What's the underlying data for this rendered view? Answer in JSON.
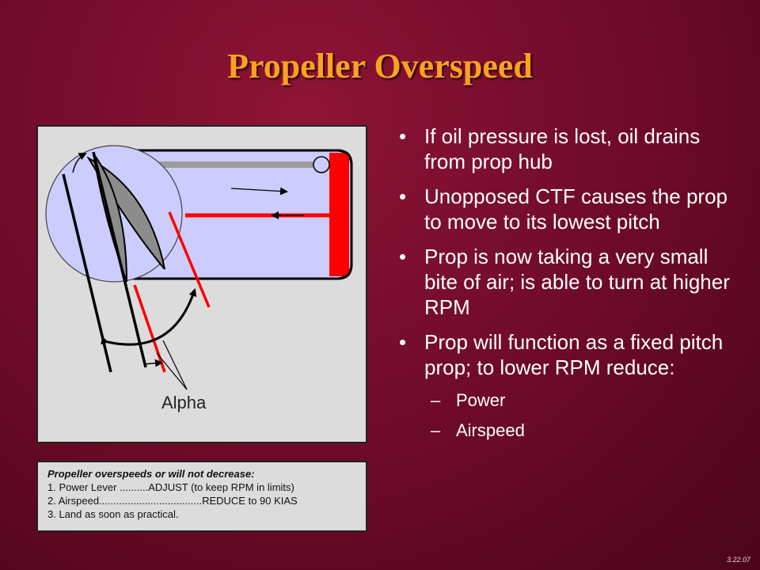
{
  "slide": {
    "title": "Propeller Overspeed",
    "date": "3.22.07"
  },
  "diagram": {
    "alpha_label": "Alpha"
  },
  "checklist": {
    "header": "Propeller overspeeds or will not decrease:",
    "items": [
      "1. Power Lever ..........ADJUST (to keep RPM in limits)",
      "2. Airspeed....................................REDUCE to 90 KIAS",
      "3. Land as soon as practical."
    ]
  },
  "bullets": [
    {
      "marker": "•",
      "text": "If oil pressure is lost, oil drains from prop hub"
    },
    {
      "marker": "•",
      "text": "Unopposed CTF causes the prop to move to its lowest pitch"
    },
    {
      "marker": "•",
      "text": "Prop is now taking a very small bite of air; is able to turn at higher RPM"
    },
    {
      "marker": "•",
      "text": "Prop will function as a fixed pitch prop; to lower RPM reduce:"
    }
  ],
  "sub_bullets": [
    {
      "marker": "–",
      "text": "Power"
    },
    {
      "marker": "–",
      "text": "Airspeed"
    }
  ],
  "colors": {
    "title": "#f8a21f",
    "background": "#6c0a28",
    "hub_fill": "#ccccff",
    "link_red": "#ff0000",
    "blade_gray": "#8c8c8c"
  }
}
